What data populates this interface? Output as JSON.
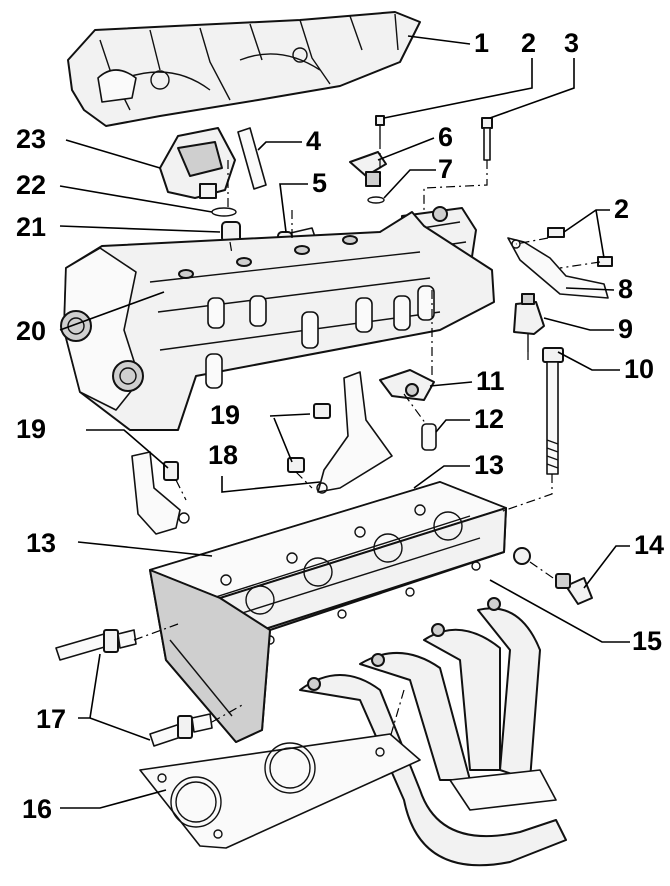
{
  "callouts": [
    "1",
    "2",
    "3",
    "23",
    "4",
    "6",
    "7",
    "5",
    "22",
    "2",
    "21",
    "8",
    "9",
    "20",
    "10",
    "11",
    "19",
    "12",
    "19",
    "18",
    "13",
    "13",
    "14",
    "15",
    "17",
    "16"
  ]
}
